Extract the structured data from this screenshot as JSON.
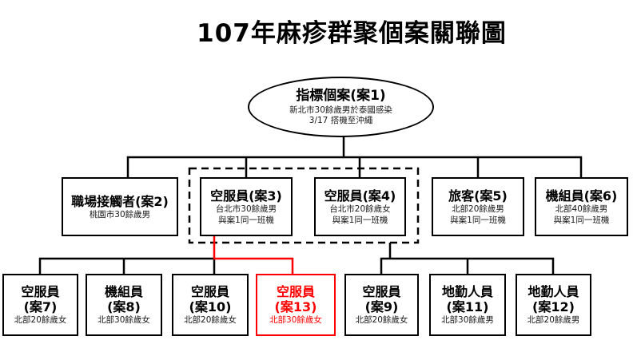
{
  "title": "107年麻疹群聚個案關聯圖",
  "root": {
    "title": "指標個案(案1)",
    "line1": "新北市30餘歲男於泰國感染",
    "line2": "3/17 搭機至沖繩"
  },
  "level2": [
    {
      "title": "職場接觸者(案2)",
      "line1": "桃園市30餘歲男",
      "line2": ""
    },
    {
      "title": "空服員(案3)",
      "line1": "台北市30餘歲男",
      "line2": "與案1同一班機"
    },
    {
      "title": "空服員(案4)",
      "line1": "台北市20餘歲女",
      "line2": "與案1同一班機"
    },
    {
      "title": "旅客(案5)",
      "line1": "北部20餘歲男",
      "line2": "與案1同一班機"
    },
    {
      "title": "機組員(案6)",
      "line1": "北部40餘歲男",
      "line2": "與案1同一班機"
    }
  ],
  "level3": [
    {
      "title": "空服員",
      "case_label": "(案7)",
      "line1": "北部20餘歲女",
      "highlight": false
    },
    {
      "title": "機組員",
      "case_label": "(案8)",
      "line1": "北部30餘歲女",
      "highlight": false
    },
    {
      "title": "空服員",
      "case_label": "(案10)",
      "line1": "北部20餘歲女",
      "highlight": false
    },
    {
      "title": "空服員",
      "case_label": "(案13)",
      "line1": "北部30餘歲女",
      "highlight": true
    },
    {
      "title": "空服員",
      "case_label": "(案9)",
      "line1": "北部20餘歲女",
      "highlight": false
    },
    {
      "title": "地勤人員",
      "case_label": "(案11)",
      "line1": "北部30餘歲男",
      "highlight": false
    },
    {
      "title": "地勤人員",
      "case_label": "(案12)",
      "line1": "北部20餘歲男",
      "highlight": false
    }
  ],
  "colors": {
    "line": "#000000",
    "highlight": "#ff0000",
    "background": "#ffffff"
  }
}
